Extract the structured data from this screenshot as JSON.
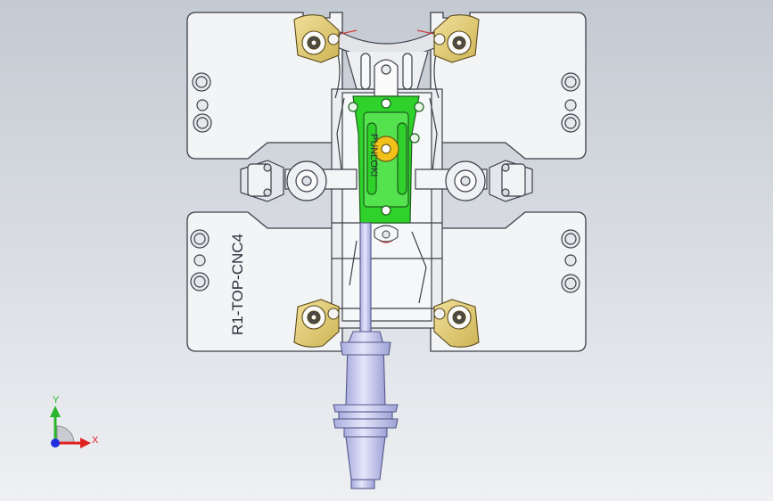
{
  "viewport": {
    "background_top": "#c4cad2",
    "background_bottom": "#e9ecf0"
  },
  "fixture": {
    "plate_engraving": "R1-TOP-CNC4",
    "part_engraving": "PUNLOKI",
    "colors": {
      "plate": "#f3f4f6",
      "outline": "#3c4048",
      "clamp_gold": "#e8d27a",
      "part_green": "#2fd22a",
      "cutter_lavender": "#c9ccef",
      "highlight_yellow": "#f2c21a",
      "edge_red": "#d23a3a"
    }
  },
  "triad": {
    "y_label": "Y",
    "x_label": "X",
    "y_color": "#2bb52b",
    "x_color": "#e02020",
    "z_color": "#1f2ee0"
  }
}
